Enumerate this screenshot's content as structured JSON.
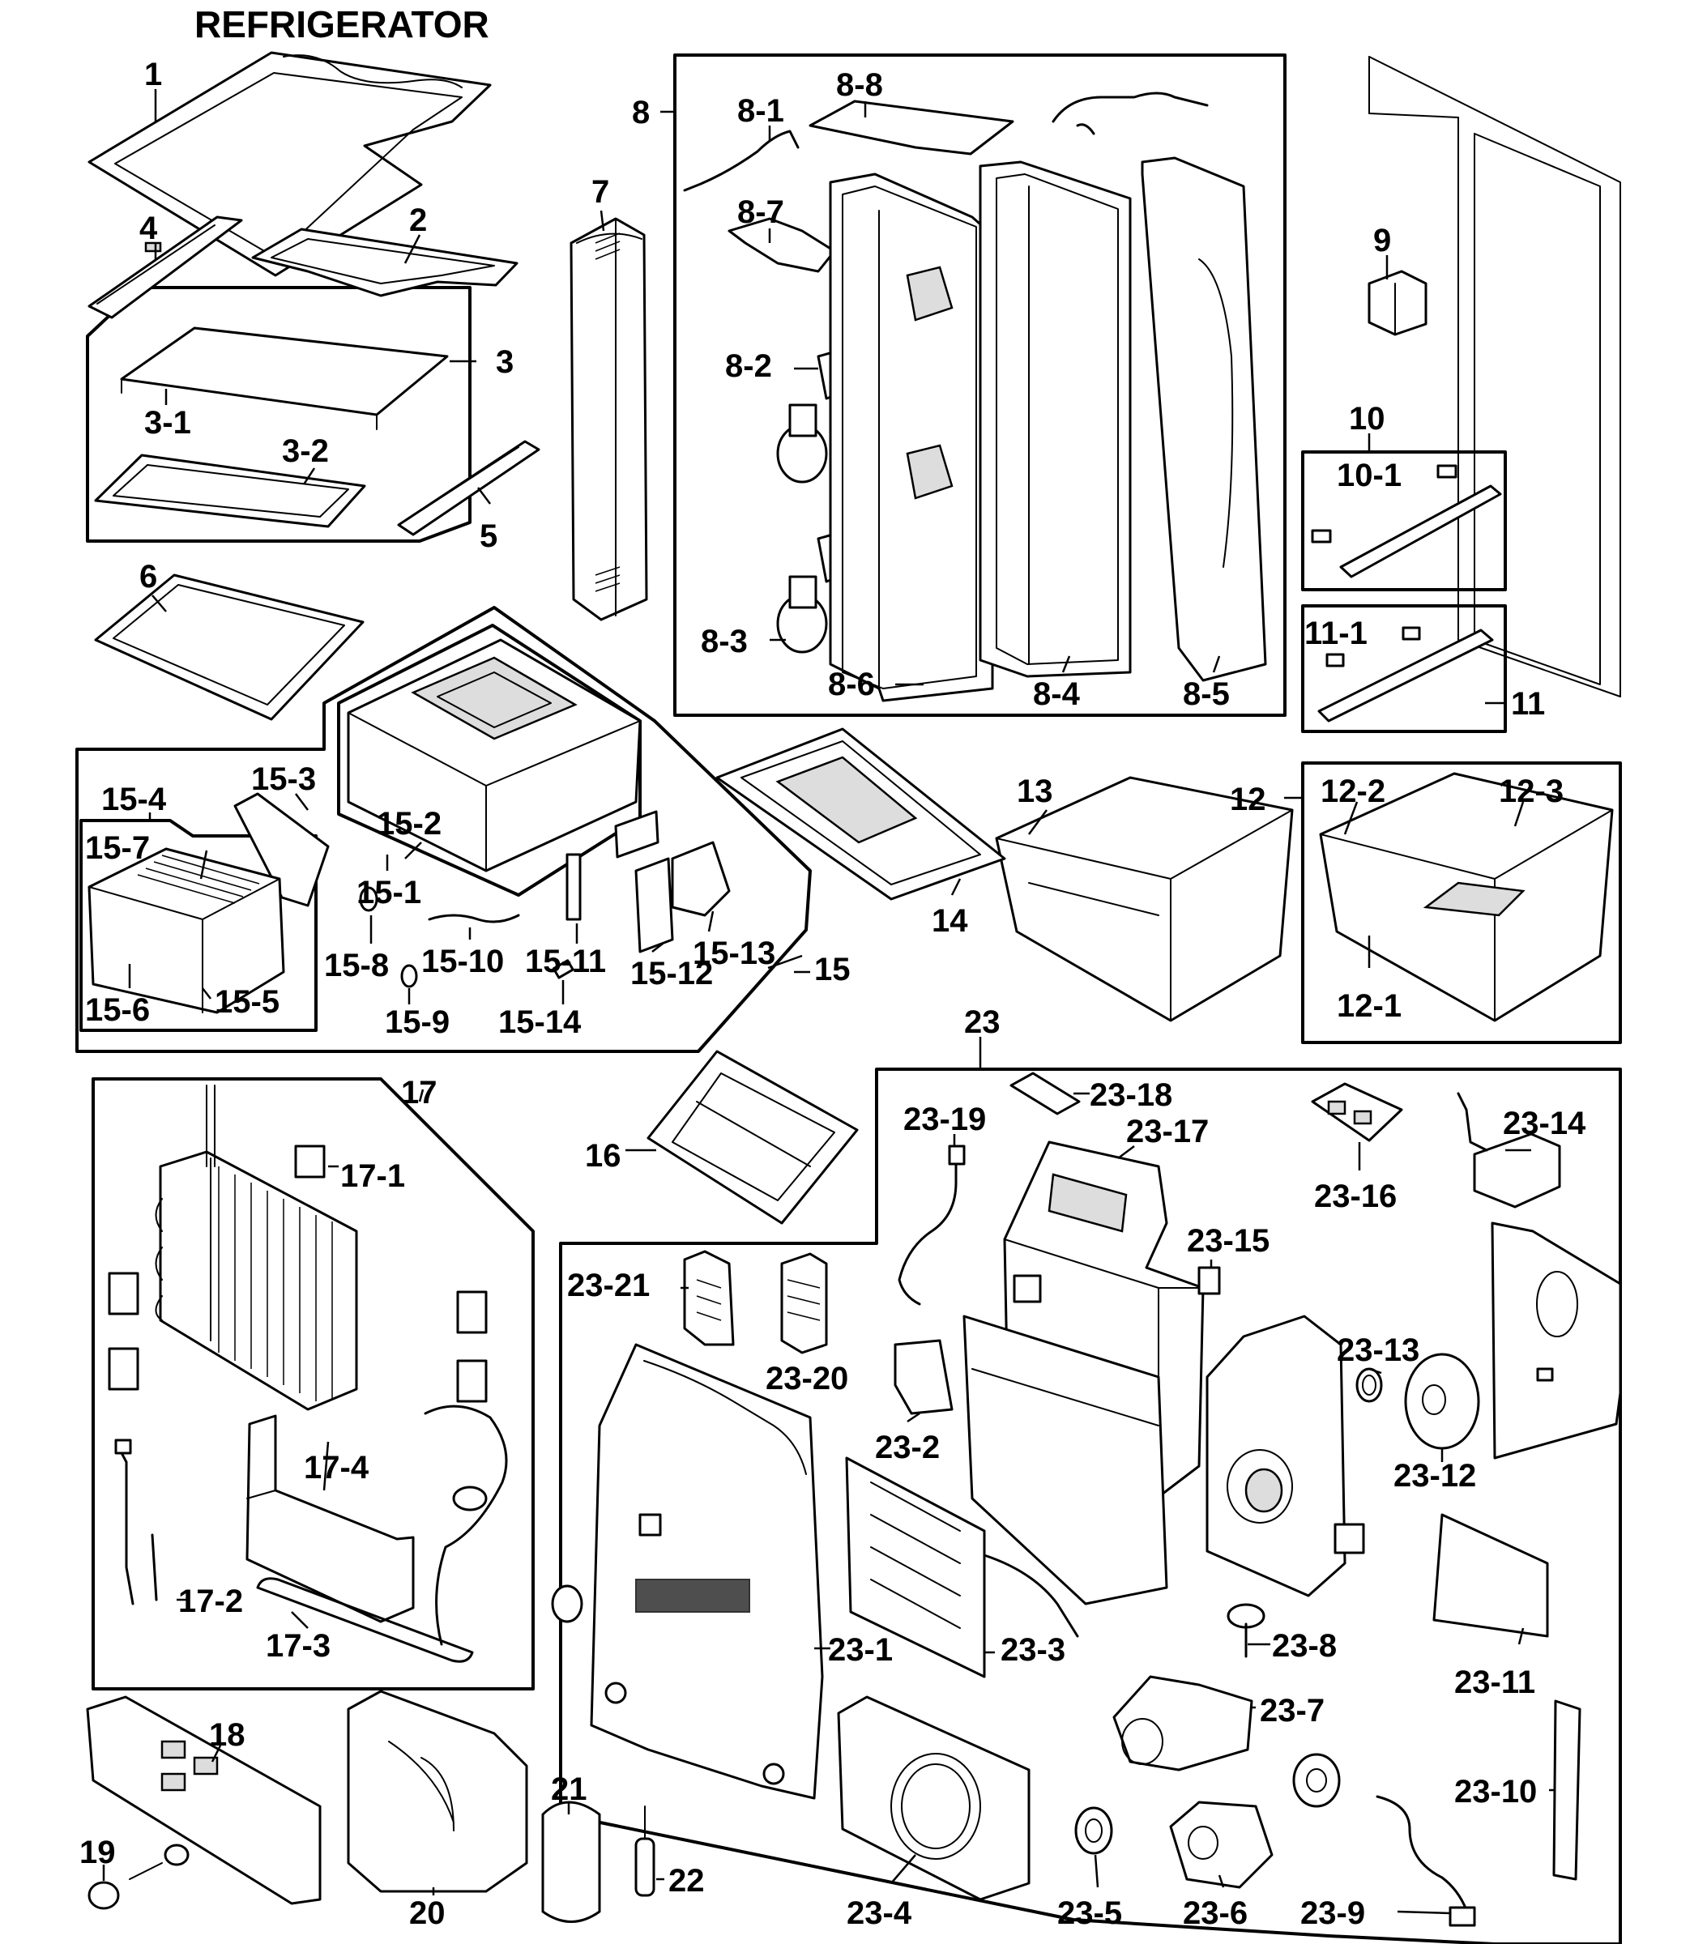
{
  "title": "REFRIGERATOR",
  "callouts": {
    "c1": "1",
    "c2": "2",
    "c3": "3",
    "c3_1": "3-1",
    "c3_2": "3-2",
    "c4": "4",
    "c5": "5",
    "c6": "6",
    "c7": "7",
    "c8": "8",
    "c8_1": "8-1",
    "c8_2": "8-2",
    "c8_3": "8-3",
    "c8_4": "8-4",
    "c8_5": "8-5",
    "c8_6": "8-6",
    "c8_7": "8-7",
    "c8_8": "8-8",
    "c9": "9",
    "c10": "10",
    "c10_1": "10-1",
    "c11": "11",
    "c11_1": "11-1",
    "c12": "12",
    "c12_1": "12-1",
    "c12_2": "12-2",
    "c12_3": "12-3",
    "c13": "13",
    "c14": "14",
    "c15": "15",
    "c15_1": "15-1",
    "c15_2": "15-2",
    "c15_3": "15-3",
    "c15_4": "15-4",
    "c15_5": "15-5",
    "c15_6": "15-6",
    "c15_7": "15-7",
    "c15_8": "15-8",
    "c15_9": "15-9",
    "c15_10": "15-10",
    "c15_11": "15-11",
    "c15_12": "15-12",
    "c15_13": "15-13",
    "c15_14": "15-14",
    "c16": "16",
    "c17": "17",
    "c17_1": "17-1",
    "c17_2": "17-2",
    "c17_3": "17-3",
    "c17_4": "17-4",
    "c18": "18",
    "c19": "19",
    "c20": "20",
    "c21": "21",
    "c22": "22",
    "c23": "23",
    "c23_1": "23-1",
    "c23_2": "23-2",
    "c23_3": "23-3",
    "c23_4": "23-4",
    "c23_5": "23-5",
    "c23_6": "23-6",
    "c23_7": "23-7",
    "c23_8": "23-8",
    "c23_9": "23-9",
    "c23_10": "23-10",
    "c23_11": "23-11",
    "c23_12": "23-12",
    "c23_13": "23-13",
    "c23_14": "23-14",
    "c23_15": "23-15",
    "c23_16": "23-16",
    "c23_17": "23-17",
    "c23_18": "23-18",
    "c23_19": "23-19",
    "c23_20": "23-20",
    "c23_21": "23-21"
  }
}
